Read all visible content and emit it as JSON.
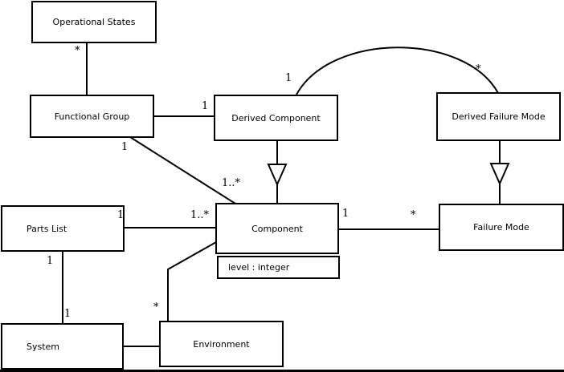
{
  "diagram": {
    "type": "uml-class-diagram",
    "colors": {
      "background": "#ffffff",
      "box_fill": "#ffffff",
      "box_border": "#000000",
      "line": "#000000",
      "text": "#000000"
    },
    "classes": {
      "operational_states": {
        "name": "Operational States"
      },
      "functional_group": {
        "name": "Functional Group"
      },
      "derived_component": {
        "name": "Derived Component"
      },
      "derived_failure_mode": {
        "name": "Derived Failure Mode"
      },
      "parts_list": {
        "name": "Parts List"
      },
      "component": {
        "name": "Component",
        "attribute": "level : integer"
      },
      "failure_mode": {
        "name": "Failure Mode"
      },
      "system": {
        "name": "System"
      },
      "environment": {
        "name": "Environment"
      }
    },
    "relationships": [
      {
        "from": "Operational States",
        "to": "Functional Group",
        "type": "association",
        "multiplicity_from": "*"
      },
      {
        "from": "Functional Group",
        "to": "Derived Component",
        "type": "association",
        "multiplicity_to": "1"
      },
      {
        "from": "Derived Component",
        "to": "Derived Failure Mode",
        "type": "association",
        "multiplicity_from": "1",
        "multiplicity_to": "*"
      },
      {
        "from": "Derived Component",
        "to": "Component",
        "type": "generalization"
      },
      {
        "from": "Derived Failure Mode",
        "to": "Failure Mode",
        "type": "generalization"
      },
      {
        "from": "Functional Group",
        "to": "Component",
        "type": "association",
        "multiplicity_from": "1",
        "multiplicity_to": "1..*"
      },
      {
        "from": "Parts List",
        "to": "Component",
        "type": "association",
        "multiplicity_from": "1",
        "multiplicity_to": "1..*"
      },
      {
        "from": "Component",
        "to": "Failure Mode",
        "type": "association",
        "multiplicity_from": "1",
        "multiplicity_to": "*"
      },
      {
        "from": "Parts List",
        "to": "System",
        "type": "association",
        "multiplicity_from": "1",
        "multiplicity_to": "1"
      },
      {
        "from": "System",
        "to": "Environment",
        "type": "association"
      },
      {
        "from": "Environment",
        "to": "Component",
        "type": "association",
        "multiplicity_from": "*"
      }
    ]
  }
}
